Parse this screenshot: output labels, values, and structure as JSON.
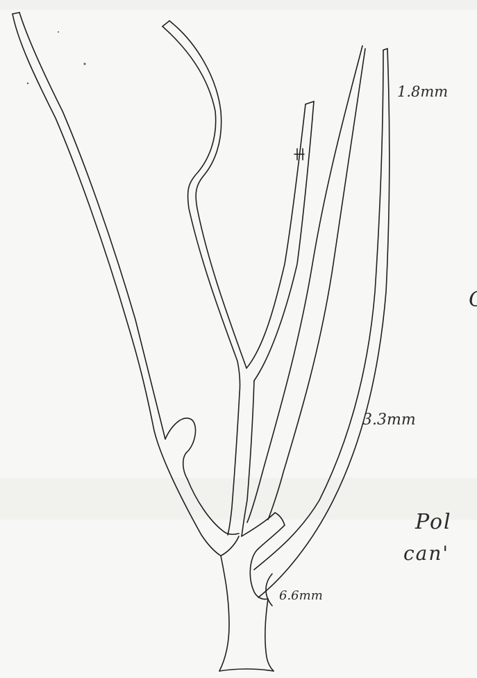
{
  "sketch": {
    "measurements": {
      "tip_width": "1.8mm",
      "mid_width": "3.3mm",
      "base_width": "6.6mm"
    },
    "side_note": {
      "line1": "Pol",
      "line2": "can'"
    },
    "margin_mark": "C",
    "colors": {
      "paper": "#f7f7f5",
      "ink": "#1f1f1f",
      "shadow_band": "#ececea"
    }
  }
}
